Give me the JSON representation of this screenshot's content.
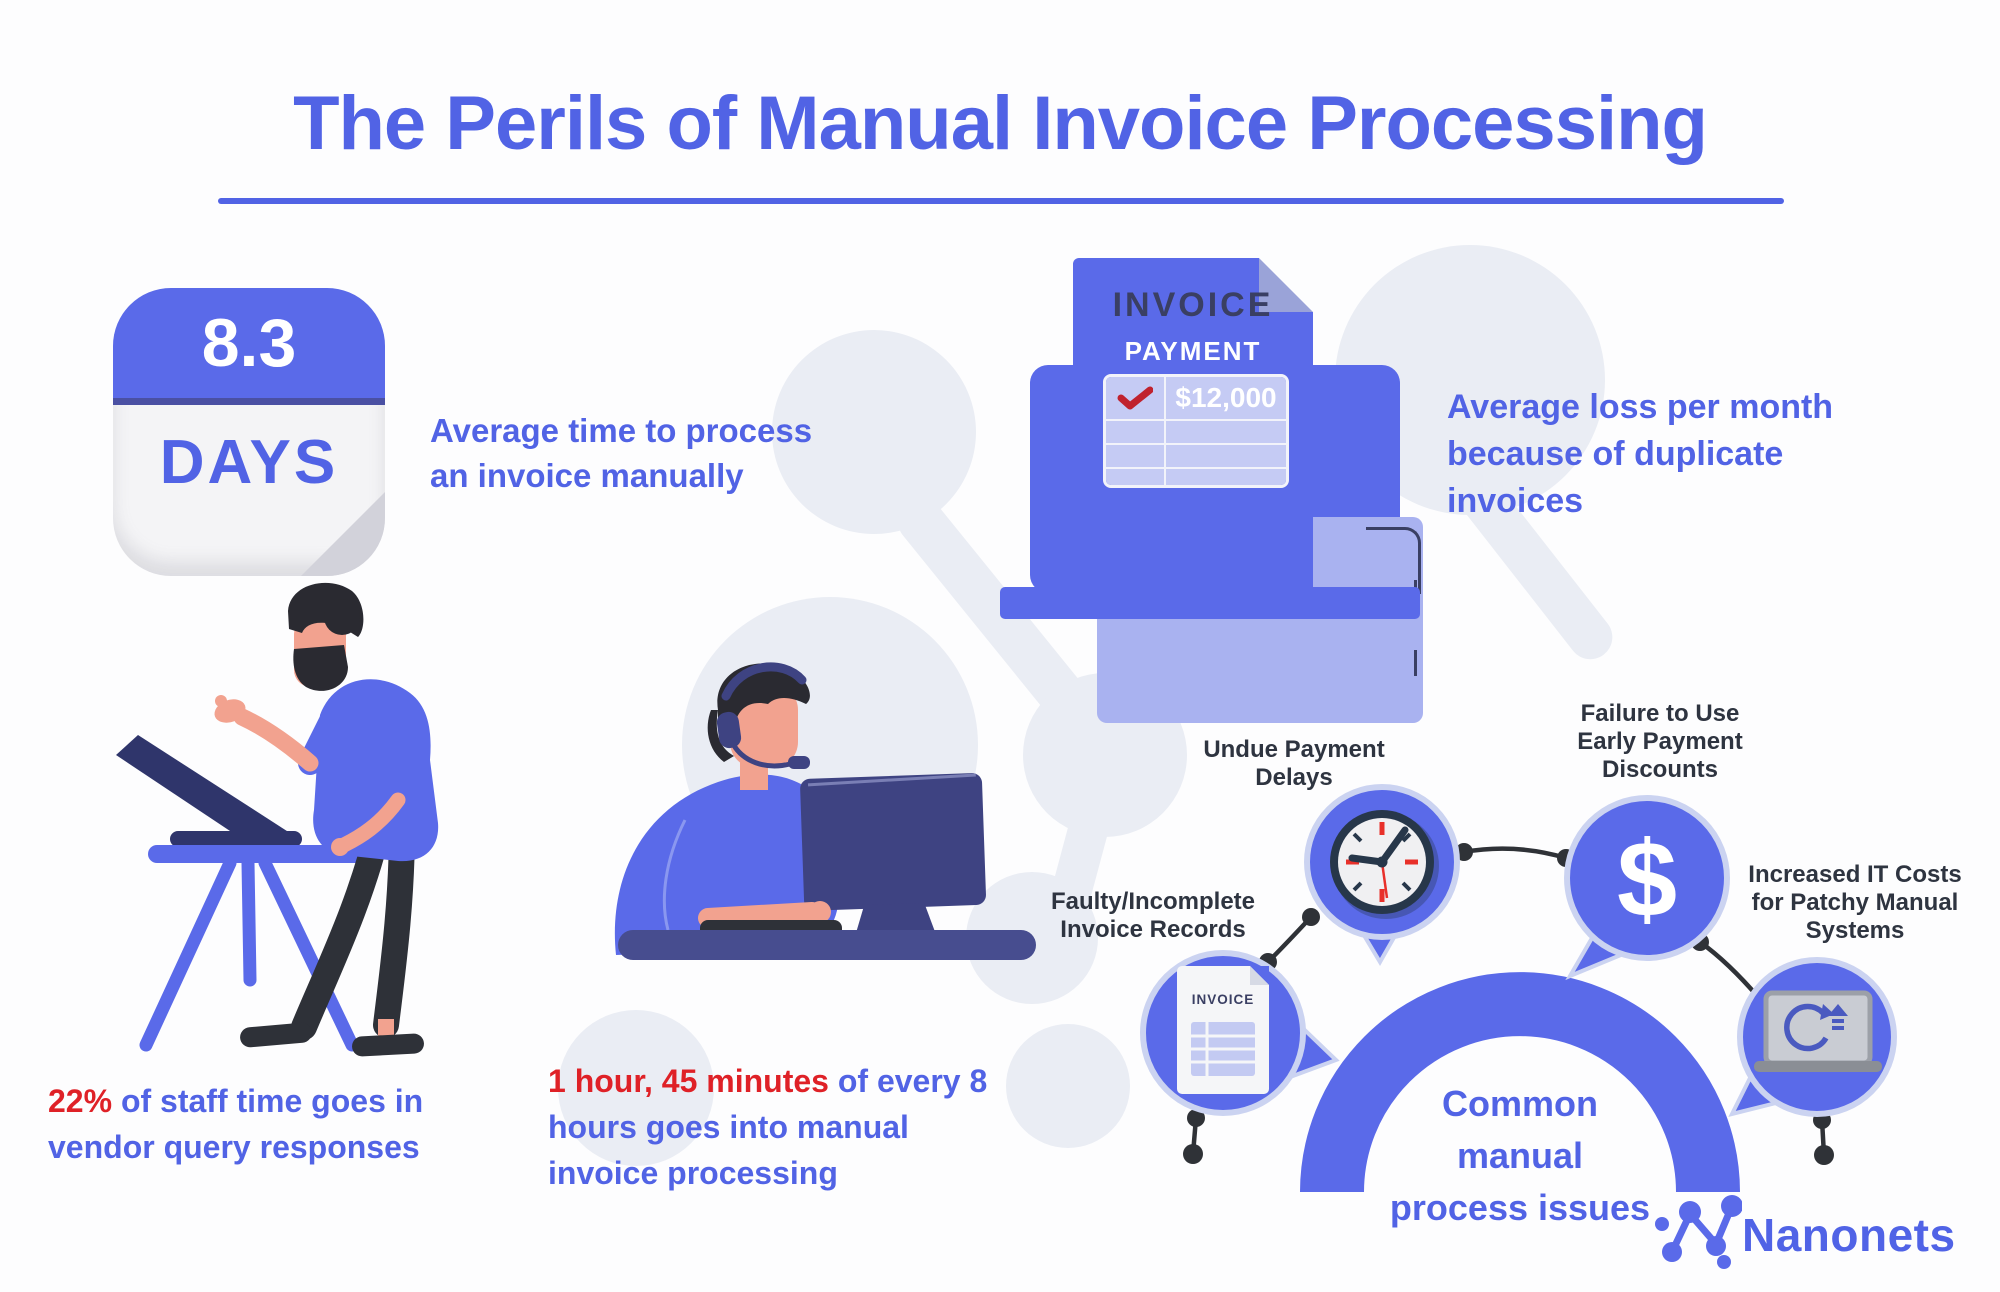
{
  "title": "The Perils of Manual Invoice Processing",
  "calendar": {
    "value": "8.3",
    "unit": "DAYS"
  },
  "stat_time": {
    "text": "Average time to process an invoice manually"
  },
  "invoice_illustration": {
    "doc_title": "INVOICE",
    "doc_subtitle": "PAYMENT",
    "amount": "$12,000"
  },
  "stat_loss": {
    "text": "Average loss per month because of duplicate invoices"
  },
  "stat_staff": {
    "highlight": "22%",
    "rest": "of staff time goes in vendor query responses"
  },
  "stat_hours": {
    "highlight": "1 hour, 45 minutes",
    "rest": "of every 8 hours goes into manual invoice processing"
  },
  "diagram": {
    "center_lines": [
      "Common",
      "manual",
      "process issues"
    ],
    "issues": [
      {
        "label": "Faulty/Incomplete Invoice Records",
        "icon": "invoice-document-icon"
      },
      {
        "label": "Undue Payment Delays",
        "icon": "clock-icon"
      },
      {
        "label": "Failure to Use Early Payment Discounts",
        "icon": "dollar-icon"
      },
      {
        "label": "Increased IT Costs for Patchy Manual Systems",
        "icon": "laptop-sync-icon"
      }
    ],
    "invoice_icon_label": "INVOICE",
    "dollar_symbol": "$"
  },
  "branding": {
    "name": "Nanonets"
  },
  "colors": {
    "primary_blue": "#5A6AE9",
    "text_blue": "#5163E5",
    "accent_red": "#DF2127",
    "dark_navy": "#3E4382",
    "label_dark": "#2E3440",
    "bubble_outline": "#CBD3F1",
    "background_shape": "#EAEDF4"
  }
}
